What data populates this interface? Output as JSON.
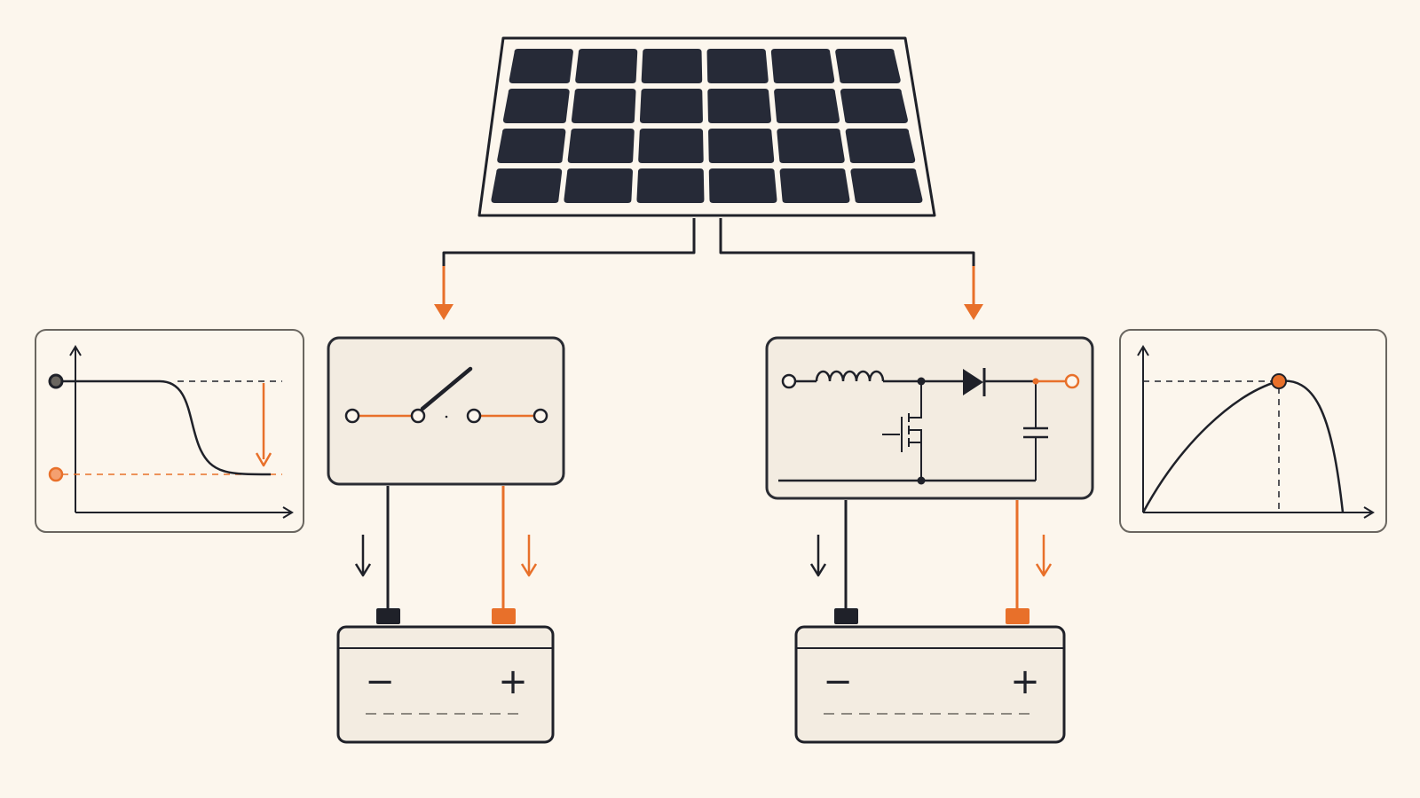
{
  "colors": {
    "background": "#fcf6ed",
    "ink": "#1f2129",
    "panel_cell": "#262a37",
    "accent": "#e8702a",
    "box_fill": "#f3ece1",
    "box_stroke": "#2a2c33",
    "plot_box_stroke": "#6a6660"
  },
  "solar_panel": {
    "rows": 4,
    "cols": 6,
    "icon": "solar-panel-icon"
  },
  "left_branch": {
    "controller": "switch",
    "switch_icon": "switch-icon",
    "battery": {
      "negative_label": "−",
      "positive_label": "+"
    }
  },
  "right_branch": {
    "controller": "boost-converter",
    "components": [
      "inductor",
      "transistor",
      "diode",
      "capacitor"
    ],
    "battery": {
      "negative_label": "−",
      "positive_label": "+"
    }
  },
  "plots": {
    "left": {
      "shape": "step-down",
      "icon": "voltage-drop-plot"
    },
    "right": {
      "shape": "peak",
      "icon": "power-curve-plot"
    }
  }
}
